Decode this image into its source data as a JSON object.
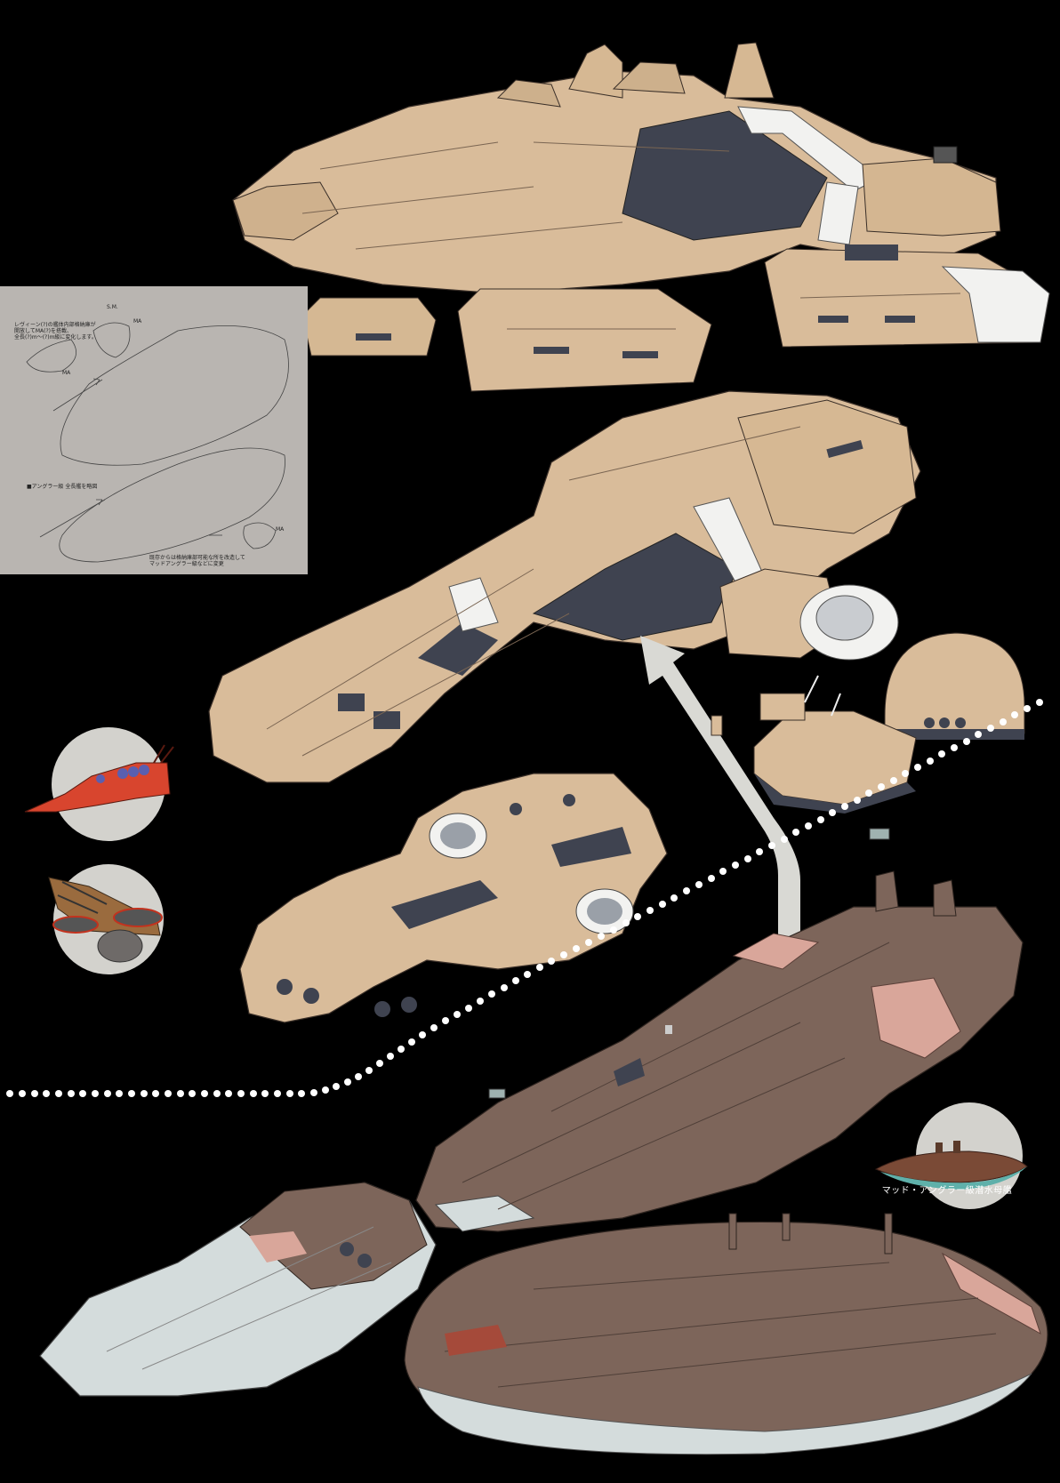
{
  "artwork": {
    "subject": "Zeon amphibious carrier concept art sheet",
    "background_color": "#000000",
    "palette": {
      "desert_tan": "#d9bc9a",
      "tan_shadow": "#b89c7c",
      "panel_dark": "#3f4350",
      "white_stripe": "#f2f2f0",
      "hull_brown": "#7d655a",
      "hull_brown_dark": "#5e4b43",
      "accent_pink": "#d9a69a",
      "belly_pale": "#d4dcdc",
      "arrow_gray": "#d9d9d4",
      "circle_gray": "#d3d2cd",
      "red_ship": "#d8452e",
      "dome_blue": "#5a5fb0"
    }
  },
  "sketch_panel": {
    "note_top": "レヴィーン(?)の艦体内部格納庫が\n開放してMA(?)を搭載、\n全長(?)m〜(?)m級に変化します。",
    "label_ma_1": "MA",
    "label_ma_2": "MA",
    "label_ma_3": "MA",
    "label_sm": "S.M.",
    "note_middle": "■アングラー級 全長艦を略図",
    "note_bottom": "既存からは格納庫部可能な所を改造して\nマッドアングラー級などに変更"
  },
  "thumbnails": [
    {
      "name": "red-cruiser-thumbnail",
      "description": "red Zeon cruiser with blue domes"
    },
    {
      "name": "land-battleship-thumbnail",
      "description": "brown tracked land battleship"
    },
    {
      "name": "mad-angler-thumbnail",
      "description": "Mad Angler-class submarine carrier"
    }
  ],
  "caption": "マッド・アングラー級潜水母艦",
  "arrow": {
    "direction": "up",
    "meaning": "conversion from submarine to desert carrier"
  },
  "dotted_divider": {
    "dot_color": "#ffffff"
  }
}
